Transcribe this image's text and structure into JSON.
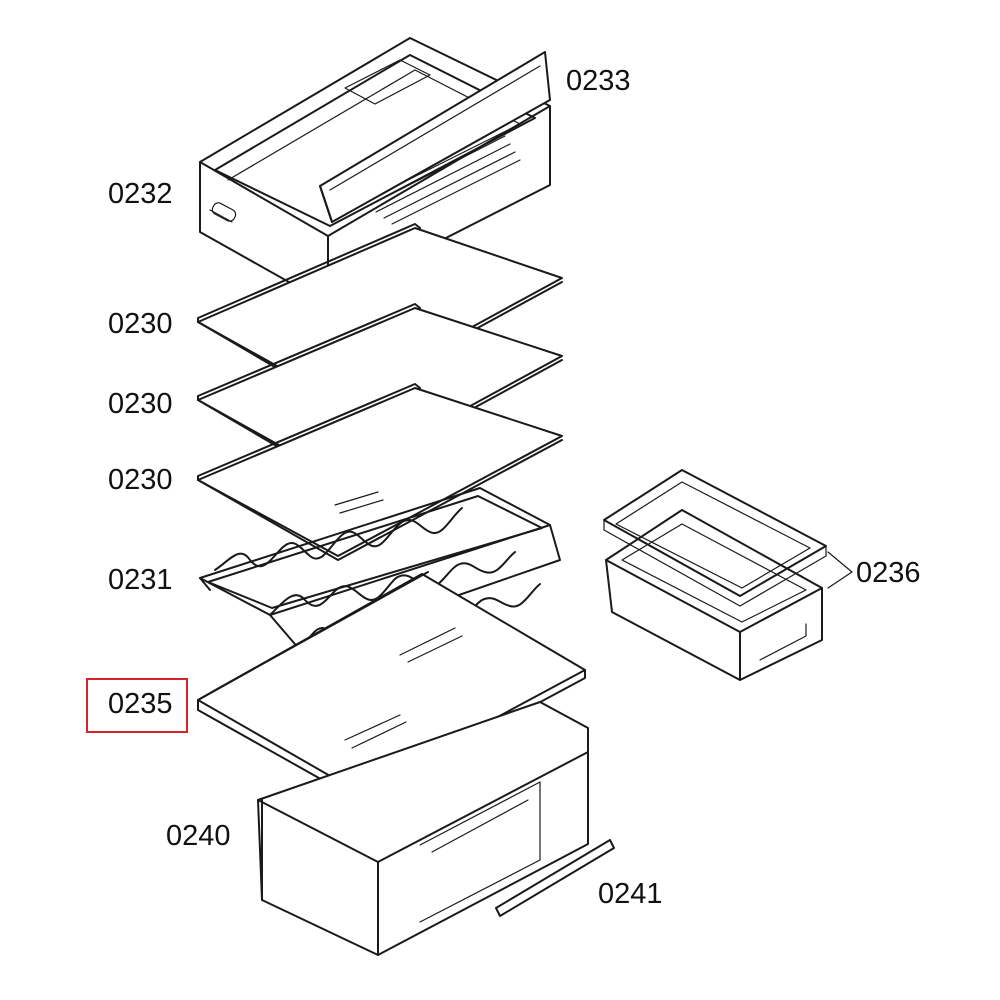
{
  "diagram": {
    "highlight_color": "#d6232a",
    "line_color": "#1a1a1a",
    "highlighted_part": "0235",
    "labels": [
      {
        "id": "l0233",
        "text": "0233"
      },
      {
        "id": "l0232",
        "text": "0232"
      },
      {
        "id": "l0230a",
        "text": "0230"
      },
      {
        "id": "l0230b",
        "text": "0230"
      },
      {
        "id": "l0230c",
        "text": "0230"
      },
      {
        "id": "l0231",
        "text": "0231"
      },
      {
        "id": "l0236",
        "text": "0236"
      },
      {
        "id": "l0235",
        "text": "0235"
      },
      {
        "id": "l0240",
        "text": "0240"
      },
      {
        "id": "l0241",
        "text": "0241"
      }
    ]
  }
}
